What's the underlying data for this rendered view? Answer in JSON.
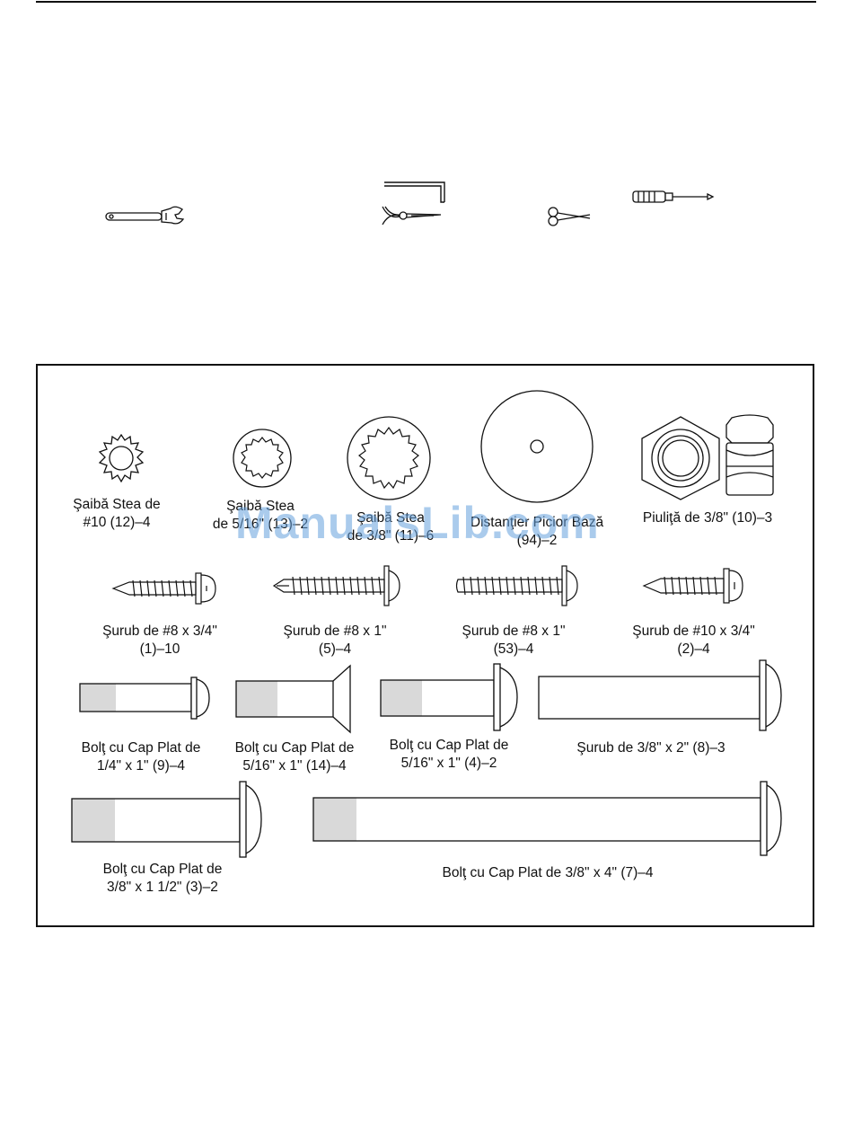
{
  "watermark": "ManualsLib.com",
  "parts": {
    "p12_line1": "Şaibă Stea de",
    "p12_line2": "#10 (12)–4",
    "p13_line1": "Şaibă Stea",
    "p13_line2": "de 5/16\" (13)–2",
    "p11_line1": "Şaibă Stea",
    "p11_line2": "de 3/8\" (11)–6",
    "p94_line1": "Distanţier Picior Bază",
    "p94_line2": "(94)–2",
    "p10_line1": "Piuliţă de 3/8\" (10)–3",
    "p1_line1": "Şurub de #8 x 3/4\"",
    "p1_line2": "(1)–10",
    "p5_line1": "Şurub de #8 x 1\"",
    "p5_line2": "(5)–4",
    "p53_line1": "Şurub de #8 x 1\"",
    "p53_line2": "(53)–4",
    "p2_line1": "Şurub de #10 x 3/4\"",
    "p2_line2": "(2)–4",
    "p9_line1": "Bolţ cu Cap Plat de",
    "p9_line2": "1/4\" x 1\" (9)–4",
    "p14_line1": "Bolţ cu Cap Plat de",
    "p14_line2": "5/16\" x 1\" (14)–4",
    "p4_line1": "Bolţ cu Cap Plat de",
    "p4_line2": "5/16\" x 1\" (4)–2",
    "p8_line1": "Şurub de 3/8\" x 2\" (8)–3",
    "p3_line1": "Bolţ cu Cap Plat de",
    "p3_line2": "3/8\" x 1 1/2\" (3)–2",
    "p7_line1": "Bolţ cu Cap Plat de 3/8\" x 4\" (7)–4"
  }
}
